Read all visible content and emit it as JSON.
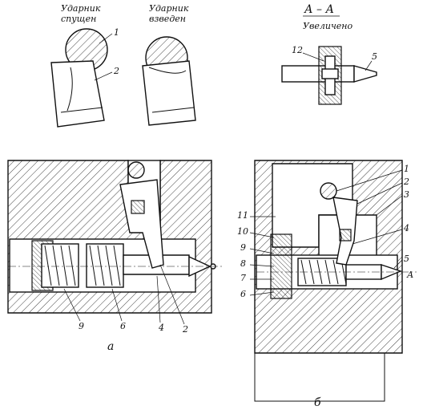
{
  "detail_top": {
    "state_released": [
      "Ударник",
      "спущен"
    ],
    "state_cocked": [
      "Ударник",
      "взведен"
    ],
    "section_title": "А – А",
    "section_subtitle": "Увеличено",
    "labels": {
      "one": "1",
      "two": "2",
      "twelve": "12",
      "five": "5"
    }
  },
  "view_a": {
    "caption": "а",
    "labels": {
      "nine": "9",
      "six": "6",
      "four": "4",
      "two": "2"
    }
  },
  "view_b": {
    "caption": "б",
    "labels_right": [
      "1",
      "2",
      "3",
      "4",
      "5"
    ],
    "labels_left": [
      "11",
      "10",
      "9",
      "8",
      "7",
      "6"
    ],
    "section_mark": "А"
  }
}
